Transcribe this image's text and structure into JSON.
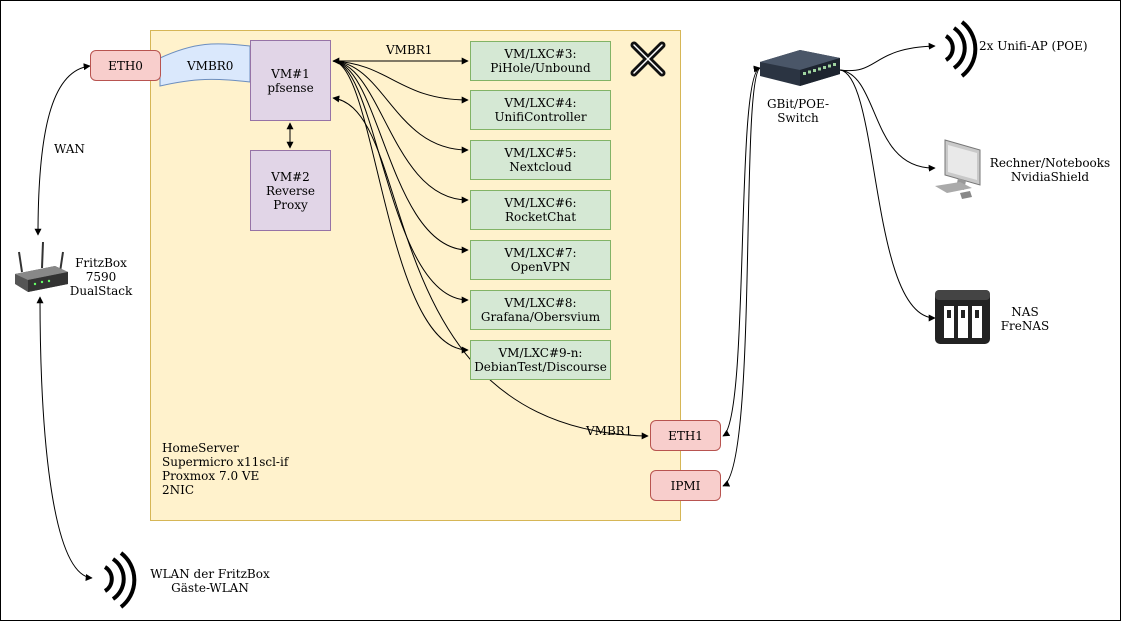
{
  "server": {
    "label_lines": "HomeServer\nSupermicro x11scl-if\nProxmox 7.0 VE\n2NIC",
    "logo_icon": "proxmox-logo-icon"
  },
  "nics": {
    "eth0": "ETH0",
    "eth1": "ETH1",
    "ipmi": "IPMI"
  },
  "bridges": {
    "vmbr0": "VMBR0",
    "vmbr1_top": "VMBR1",
    "vmbr1_bottom": "VMBR1"
  },
  "vms": [
    {
      "label": "VM#1\npfsense"
    },
    {
      "label": "VM#2\nReverse\nProxy"
    }
  ],
  "containers": [
    {
      "label": "VM/LXC#3:\nPiHole/Unbound"
    },
    {
      "label": "VM/LXC#4:\nUnifiController"
    },
    {
      "label": "VM/LXC#5:\nNextcloud"
    },
    {
      "label": "VM/LXC#6:\nRocketChat"
    },
    {
      "label": "VM/LXC#7:\nOpenVPN"
    },
    {
      "label": "VM/LXC#8:\nGrafana/Obersvium"
    },
    {
      "label": "VM/LXC#9-n:\nDebianTest/Discourse"
    }
  ],
  "external": {
    "wan": "WAN",
    "fritzbox": "FritzBox\n7590\nDualStack",
    "wlan": "WLAN der FritzBox\nGäste-WLAN",
    "switch": "GBit/POE-\nSwitch",
    "unifi_ap": "2x Unifi-AP (POE)",
    "clients": "Rechner/Notebooks\nNvidiaShield",
    "nas": "NAS\nFreNAS"
  },
  "icons": {
    "router": "router-icon",
    "wifi": "wifi-icon",
    "switch": "switch-icon",
    "monitor": "monitor-icon",
    "nas": "nas-icon"
  },
  "colors": {
    "server_fill": "#fff2cc",
    "server_stroke": "#d6b656",
    "eth_fill": "#f8cecc",
    "vm_fill": "#e1d5e7",
    "lxc_fill": "#d5e8d4"
  }
}
